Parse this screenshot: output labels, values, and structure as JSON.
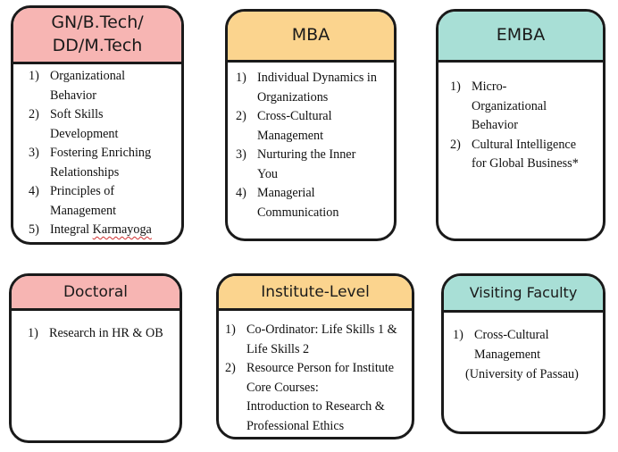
{
  "colors": {
    "pink": "#f7b5b3",
    "yellow": "#fbd48e",
    "teal": "#a8dfd6",
    "outline": "#1a1a1a"
  },
  "cards": [
    {
      "title_lines": [
        "GN/B.Tech/",
        "DD/M.Tech"
      ],
      "color": "pink",
      "items": [
        {
          "number": "1)",
          "lines": [
            "Organizational",
            "Behavior"
          ]
        },
        {
          "number": "2)",
          "lines": [
            "Soft Skills",
            "Development"
          ]
        },
        {
          "number": "3)",
          "lines": [
            "Fostering Enriching",
            "Relationships"
          ]
        },
        {
          "number": "4)",
          "lines": [
            "Principles of",
            "Management"
          ]
        },
        {
          "number": "5)",
          "lines": [
            "Integral Karmayoga"
          ]
        }
      ]
    },
    {
      "title_lines": [
        "MBA"
      ],
      "color": "yellow",
      "items": [
        {
          "number": "1)",
          "lines": [
            "Individual Dynamics in",
            "Organizations"
          ]
        },
        {
          "number": "2)",
          "lines": [
            "Cross-Cultural",
            "Management"
          ]
        },
        {
          "number": "3)",
          "lines": [
            "Nurturing the Inner",
            "You"
          ]
        },
        {
          "number": "4)",
          "lines": [
            "Managerial",
            "Communication"
          ]
        }
      ]
    },
    {
      "title_lines": [
        "EMBA"
      ],
      "color": "teal",
      "items": [
        {
          "number": "1)",
          "lines": [
            "Micro-",
            "Organizational",
            "Behavior"
          ]
        },
        {
          "number": "2)",
          "lines": [
            "Cultural Intelligence",
            "for Global Business*"
          ]
        }
      ]
    },
    {
      "title_lines": [
        "Doctoral"
      ],
      "color": "pink",
      "items": [
        {
          "number": "1)",
          "lines": [
            "Research in HR & OB"
          ]
        }
      ]
    },
    {
      "title_lines": [
        "Institute-Level"
      ],
      "color": "yellow",
      "items": [
        {
          "number": "1)",
          "lines": [
            "Co-Ordinator: Life Skills 1 &",
            "Life Skills 2"
          ]
        },
        {
          "number": "2)",
          "lines": [
            "Resource Person for Institute",
            "Core Courses:",
            "Introduction to Research &",
            "Professional Ethics"
          ]
        }
      ]
    },
    {
      "title_lines": [
        "Visiting Faculty"
      ],
      "color": "teal",
      "items": [
        {
          "number": "1)",
          "lines": [
            "Cross-Cultural",
            "Management"
          ]
        }
      ],
      "note": "(University of Passau)"
    }
  ]
}
